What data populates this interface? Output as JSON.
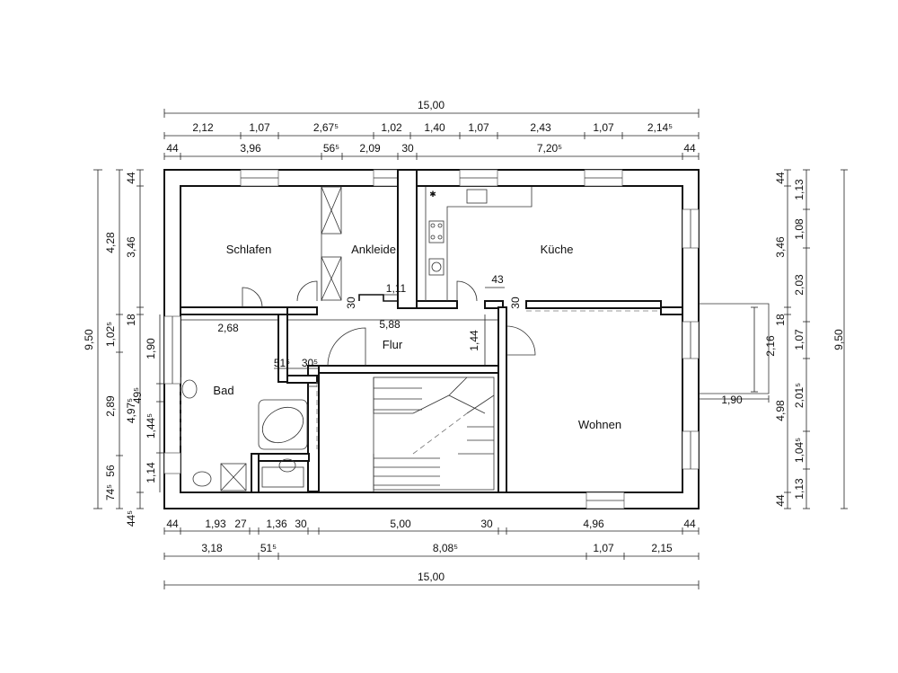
{
  "rooms": {
    "schlafen": "Schlafen",
    "ankleide": "Ankleide",
    "kueche": "Küche",
    "flur": "Flur",
    "bad": "Bad",
    "wohnen": "Wohnen"
  },
  "top": {
    "total": "15,00",
    "row1": [
      "2,12",
      "1,07",
      "2,67⁵",
      "1,02",
      "1,40",
      "1,07",
      "2,43",
      "1,07",
      "2,14⁵"
    ],
    "row2": [
      "44",
      "3,96",
      "56⁵",
      "2,09",
      "30",
      "7,20⁵",
      "44"
    ]
  },
  "bottom": {
    "row1": [
      "44",
      "1,93",
      "27",
      "1,36",
      "30",
      "5,00",
      "30",
      "4,96",
      "44"
    ],
    "row2": [
      "3,18",
      "51⁵",
      "8,08⁵",
      "1,07",
      "2,15"
    ],
    "total": "15,00"
  },
  "left": {
    "total": "9,50",
    "outer": [
      "4,28",
      "1,02⁵",
      "2,89",
      "74⁵"
    ],
    "middle": [
      "44",
      "3,46",
      "18",
      "4,97⁵",
      "56",
      "44⁵"
    ],
    "inner": [
      "1,90",
      "49⁵",
      "1,44⁵",
      "1,14"
    ]
  },
  "right": {
    "total": "9,50",
    "middle": [
      "44",
      "3,46",
      "18",
      "4,98",
      "44"
    ],
    "inner": [
      "1,13",
      "1,08",
      "2,03",
      "1,07",
      "2,01⁵",
      "1,04⁵",
      "1,13"
    ],
    "balcony_depth": "2,16",
    "balcony_width": "1,90"
  },
  "interior": {
    "bad_width": "2,68",
    "flur_length": "5,88",
    "flur_width": "1,44",
    "ankleide_wall": "1,11",
    "ankleide_thk": "30",
    "kueche_thk": "30",
    "kueche_door": "43",
    "bad_offset1": "51⁵",
    "bad_offset2": "30⁵"
  }
}
